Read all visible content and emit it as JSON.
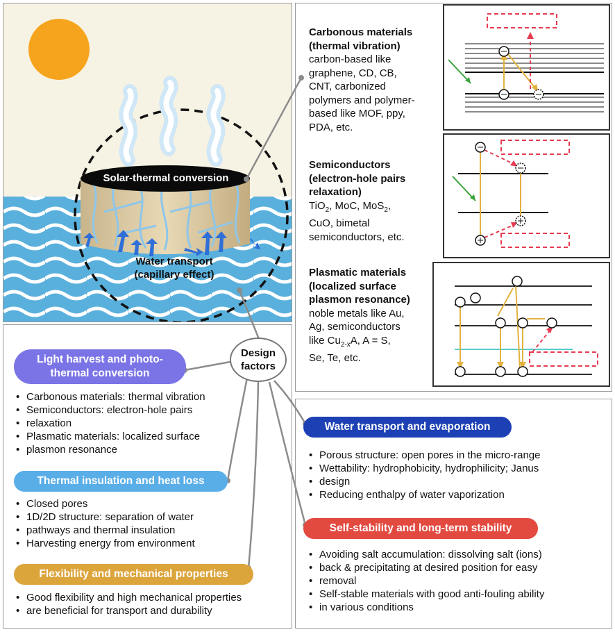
{
  "illustration": {
    "solar_label": "Solar-thermal conversion",
    "water_label_1": "Water transport",
    "water_label_2": "(capillary effect)"
  },
  "hub": {
    "line1": "Design",
    "line2": "factors"
  },
  "materials": [
    {
      "title_1": "Carbonous materials",
      "title_2": "(thermal vibration)",
      "body": [
        "carbon-based like",
        "graphene, CD, CB,",
        "CNT, carbonized",
        "polymers and polymer-",
        "based like MOF, ppy,",
        "PDA, etc."
      ]
    },
    {
      "title_1": "Semiconductors",
      "title_2": "(electron-hole pairs",
      "title_3": "relaxation)",
      "body_1a": "TiO",
      "body_1b": "2",
      "body_1c": ", MoC, MoS",
      "body_1d": "2",
      "body_1e": ",",
      "body": [
        "CuO, bimetal",
        "semiconductors, etc."
      ]
    },
    {
      "title_1": "Plasmatic materials",
      "title_2": "(localized surface",
      "title_3": "plasmon resonance)",
      "body": [
        "noble metals like Au,",
        "Ag, semiconductors"
      ],
      "body_3a": "like Cu",
      "body_3b": "2-x",
      "body_3c": "A, A = S,",
      "body_4": "Se, Te, etc."
    }
  ],
  "factors": {
    "light": {
      "title_1": "Light harvest and photo-",
      "title_2": "thermal conversion",
      "items": [
        "Carbonous materials: thermal vibration",
        "Semiconductors: electron-hole pairs",
        "relaxation",
        "Plasmatic materials: localized surface",
        "plasmon resonance"
      ]
    },
    "thermal": {
      "title": "Thermal insulation and heat loss",
      "items": [
        "Closed pores",
        "1D/2D structure: separation of water",
        "pathways and thermal insulation",
        "Harvesting energy from environment"
      ]
    },
    "flex": {
      "title": "Flexibility and mechanical properties",
      "items": [
        "Good flexibility and high mechanical properties",
        "are beneficial for transport and durability"
      ]
    },
    "water": {
      "title": "Water transport and evaporation",
      "items": [
        "Porous structure: open pores in the micro-range",
        "Wettability: hydrophobicity, hydrophilicity; Janus",
        "design",
        "Reducing enthalpy of water vaporization"
      ]
    },
    "stability": {
      "title": "Self-stability and long-term stability",
      "items": [
        "Avoiding salt accumulation: dissolving salt (ions)",
        "back & precipitating at desired position for easy",
        "removal",
        "Self-stable materials with good anti-fouling ability",
        "in various conditions"
      ]
    }
  },
  "colors": {
    "light": "#7b74e6",
    "thermal": "#5aaee8",
    "flex": "#dca53c",
    "water": "#1d41b4",
    "stability": "#e2493f",
    "sky": "#f7f3e4",
    "wave": "#5ab0dc",
    "sun": "#f6a41d",
    "green_arrow": "#3aa23a",
    "gold_arrow": "#e2b23e",
    "red_dash": "#e63c52"
  }
}
